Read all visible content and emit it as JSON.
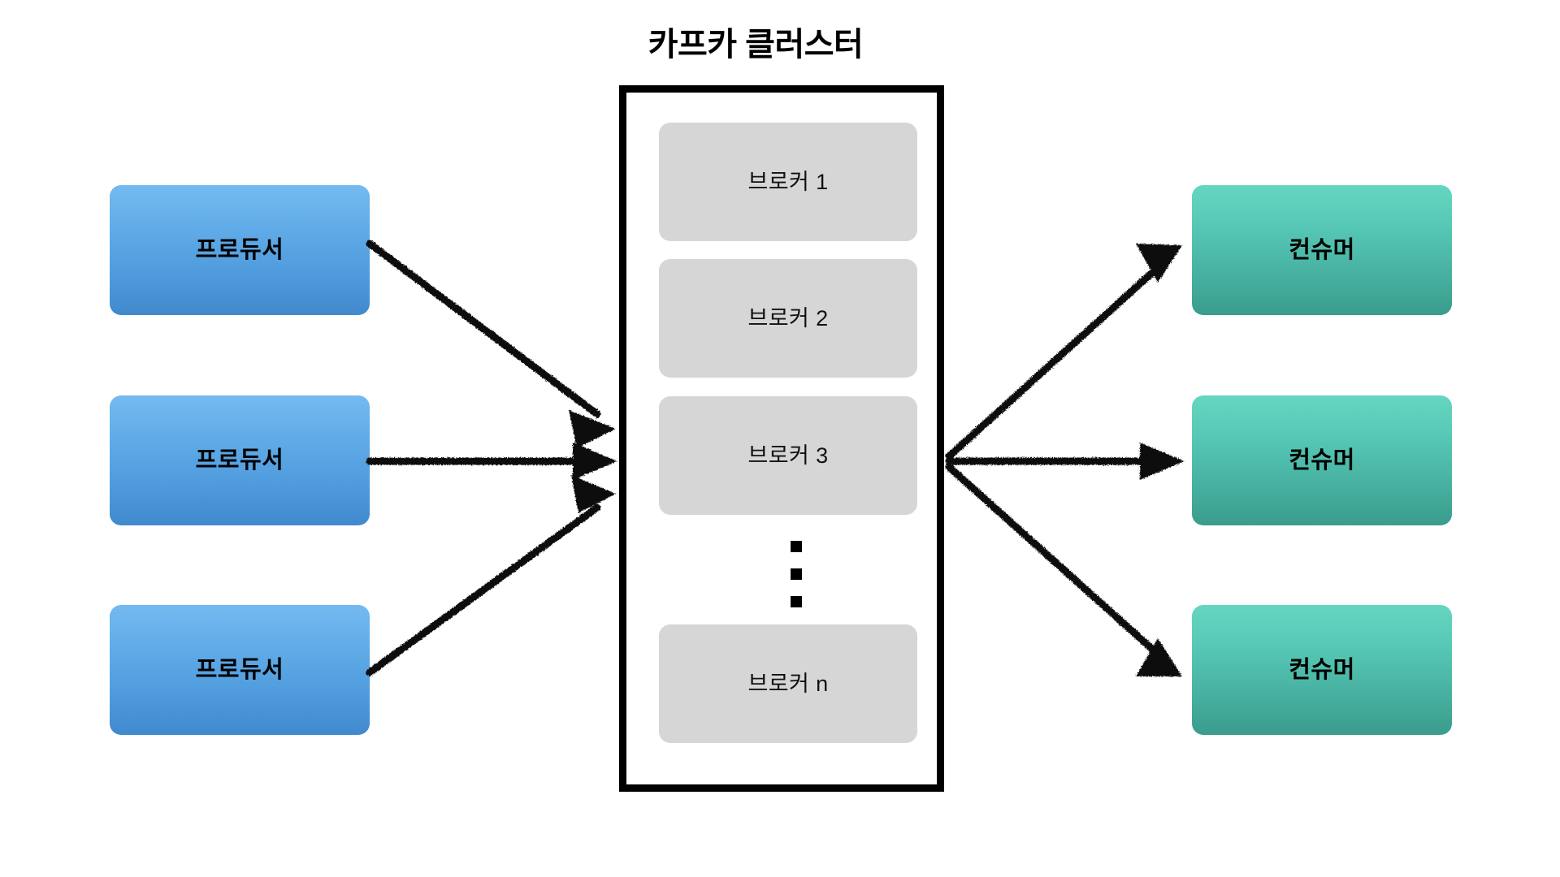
{
  "title": "카프카 클러스터",
  "background_color": "#ffffff",
  "producers": {
    "label": "프로듀서",
    "count": 3,
    "gradient_top": "#74baf0",
    "gradient_bottom": "#4089cd",
    "items": [
      {
        "label": "프로듀서"
      },
      {
        "label": "프로듀서"
      },
      {
        "label": "프로듀서"
      }
    ]
  },
  "cluster": {
    "title": "카프카 클러스터",
    "border_color": "#000000",
    "fill_color": "#ffffff",
    "broker_fill_color": "#d6d6d6",
    "brokers": [
      {
        "label": "브로커 1"
      },
      {
        "label": "브로커 2"
      },
      {
        "label": "브로커 3"
      },
      {
        "label": "브로커 n"
      }
    ],
    "ellipsis": "⋮"
  },
  "consumers": {
    "label": "컨슈머",
    "count": 3,
    "gradient_top": "#64d6c1",
    "gradient_bottom": "#3a9c8c",
    "items": [
      {
        "label": "컨슈머"
      },
      {
        "label": "컨슈머"
      },
      {
        "label": "컨슈머"
      }
    ]
  },
  "arrows": {
    "color": "#111111",
    "style": "hand-drawn",
    "inbound": [
      {
        "from": "producer-1",
        "to": "cluster"
      },
      {
        "from": "producer-2",
        "to": "cluster"
      },
      {
        "from": "producer-3",
        "to": "cluster"
      }
    ],
    "outbound": [
      {
        "from": "cluster",
        "to": "consumer-1"
      },
      {
        "from": "cluster",
        "to": "consumer-2"
      },
      {
        "from": "cluster",
        "to": "consumer-3"
      }
    ]
  }
}
